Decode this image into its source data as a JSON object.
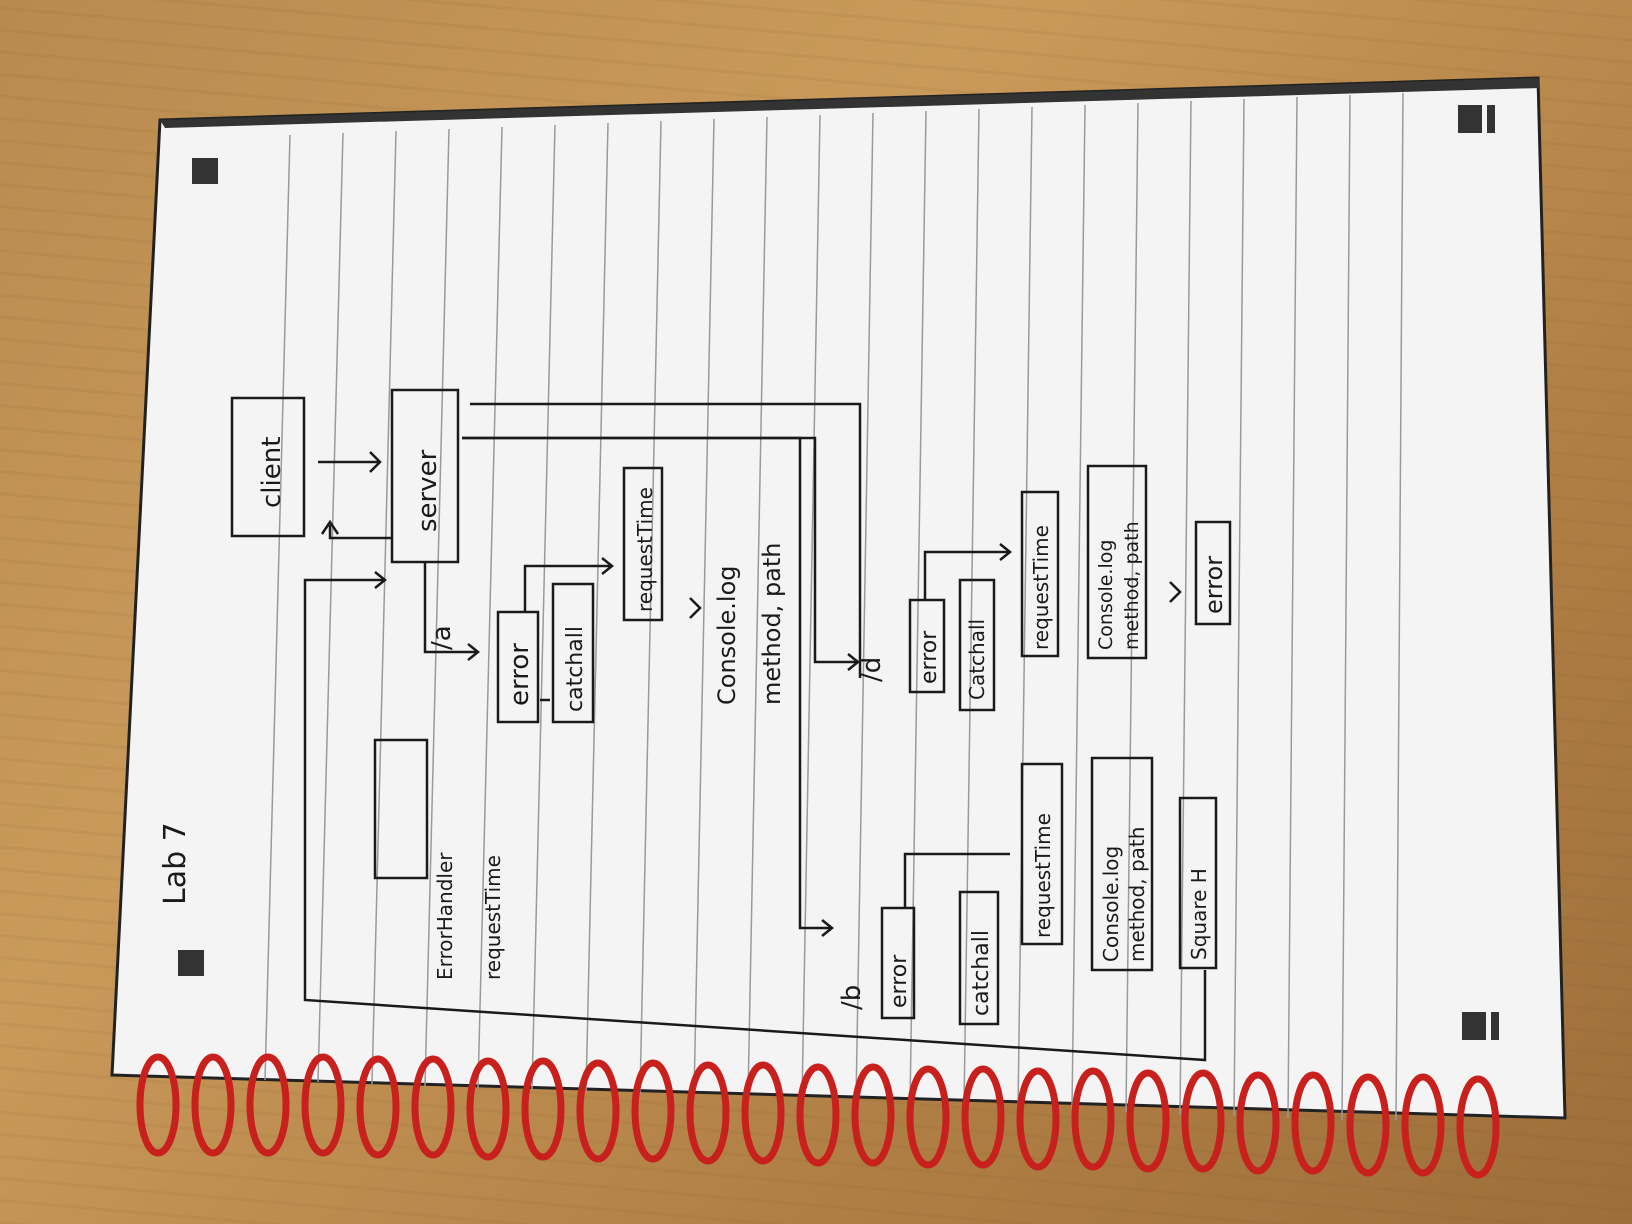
{
  "notebook": {
    "title": "Lab 7",
    "paper_color": "#f4f4f4",
    "line_color": "#9a9a9a",
    "ink_color": "#1a1a1a",
    "spiral_color": "#c8201c",
    "wood_color": "#b88a4e"
  },
  "diagram": {
    "client": "client",
    "server": "server",
    "route_a": "/a",
    "route_b": "/b",
    "route_d": "/d",
    "a_error": "error",
    "a_catchall": "catchall",
    "a_requestTime": "requestTime",
    "a_console_line1": "Console.log",
    "a_console_line2": "method, path",
    "d_error": "error",
    "d_catchall": "Catchall",
    "d_requestTime": "requestTime",
    "d_console_line1": "Console.log",
    "d_console_line2": "method, path",
    "d_error2": "error",
    "b_error": "error",
    "b_catchall": "catchall",
    "b_requestTime": "requestTime",
    "b_console_line1": "Console.log",
    "b_console_line2": "method, path",
    "b_square": "Square H",
    "errorhandler": "ErrorHandler",
    "requesttime_scribble": "requestTime"
  }
}
